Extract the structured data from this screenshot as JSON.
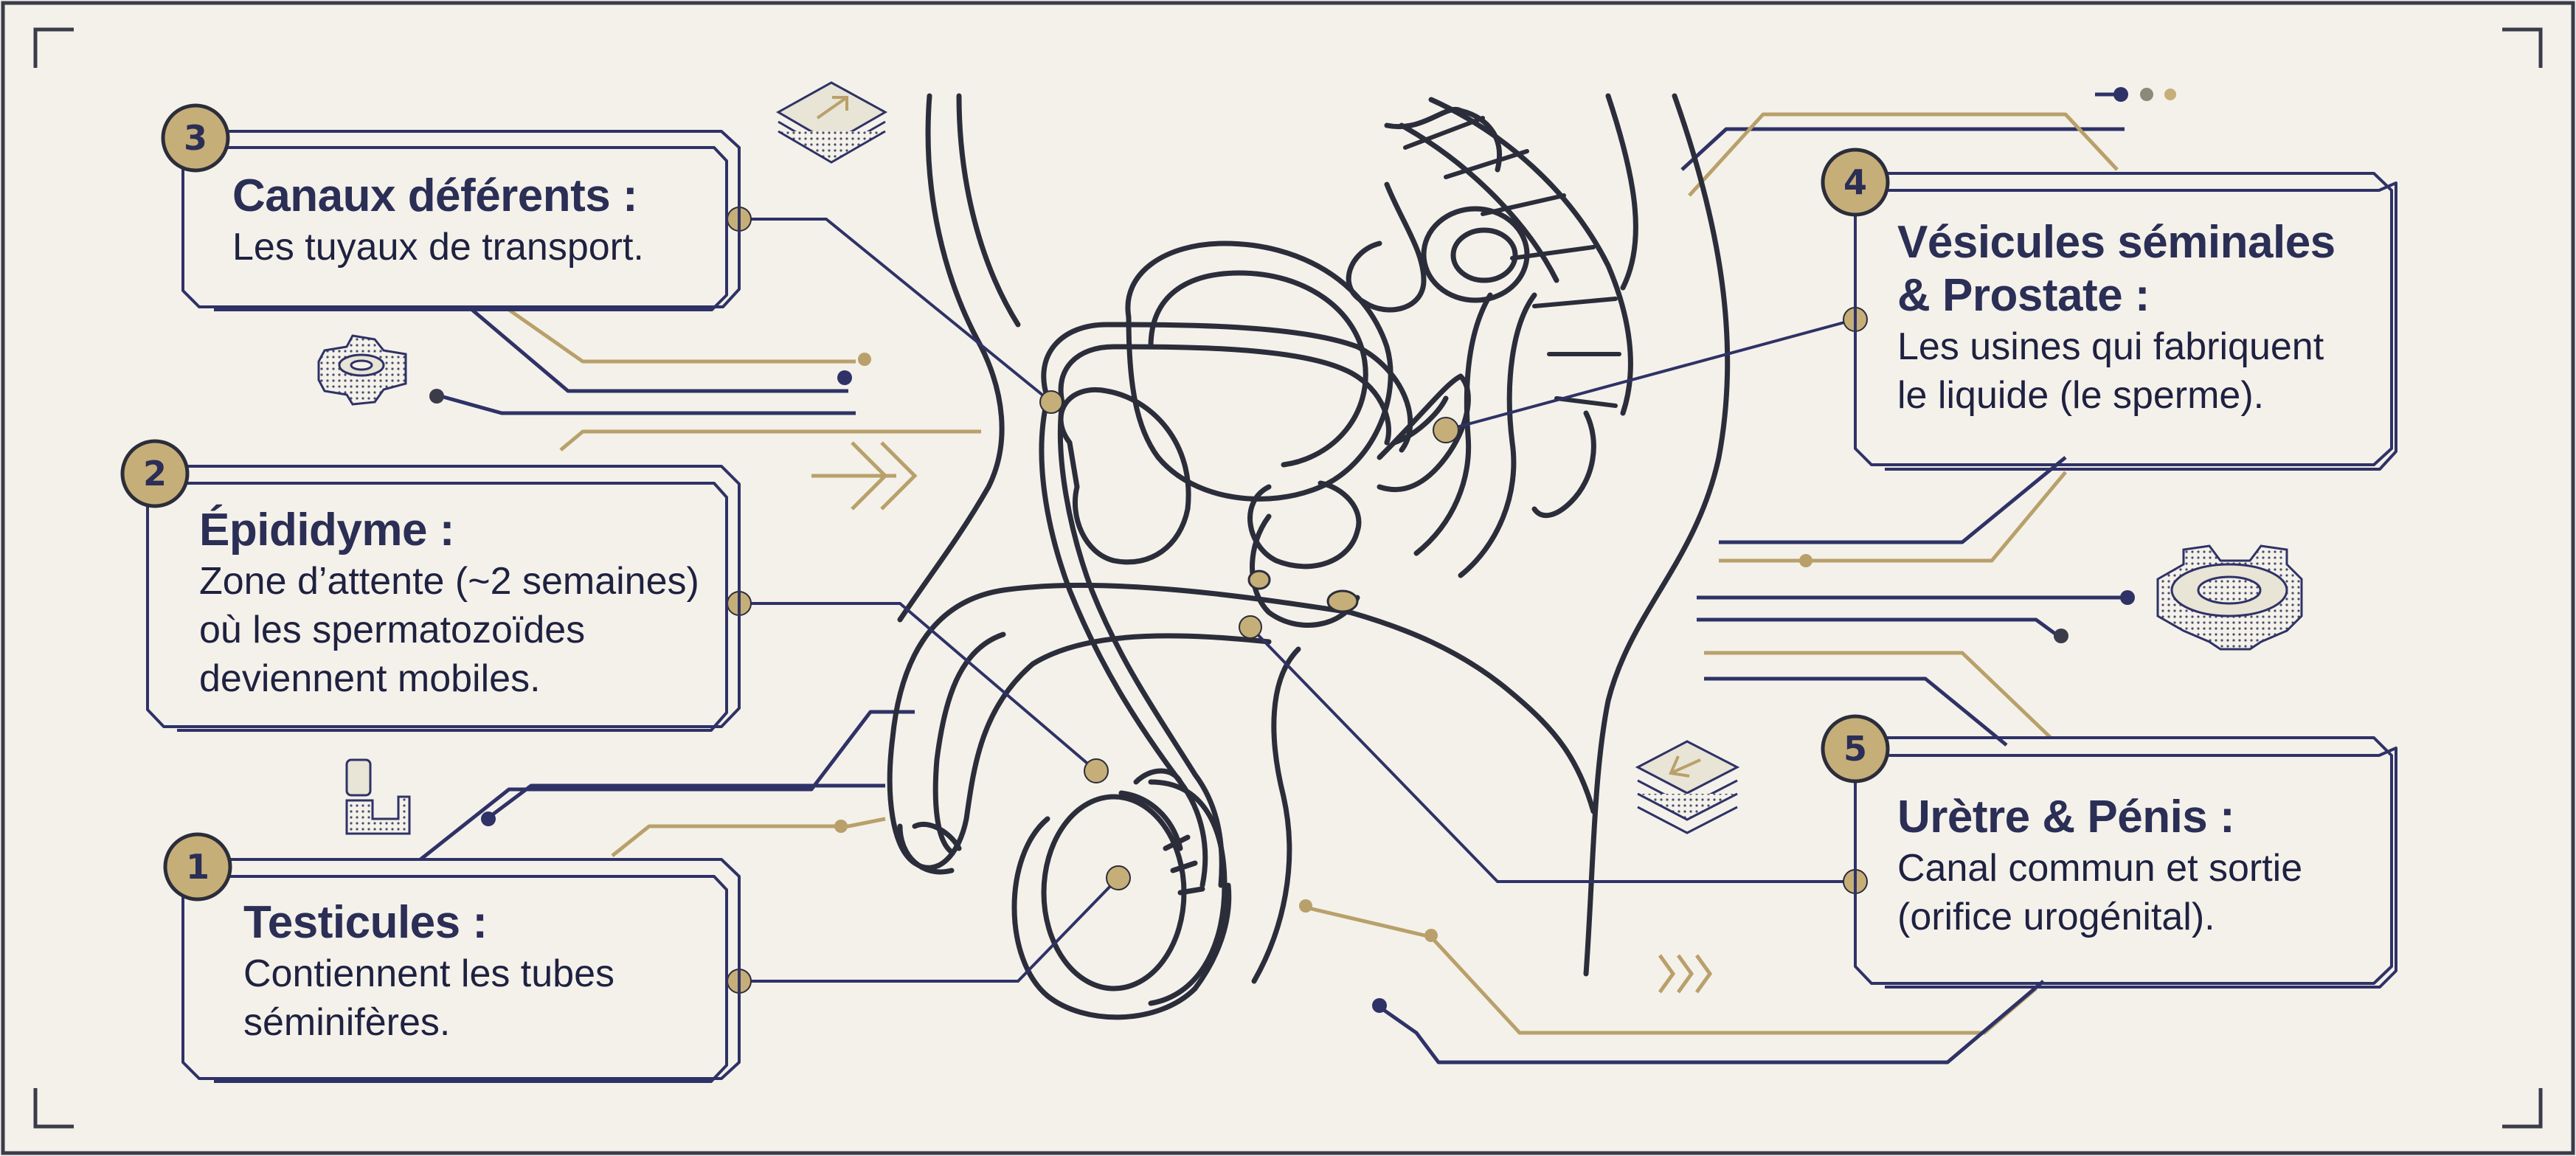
{
  "colors": {
    "navy": "#2f3266",
    "gold": "#b9a06a",
    "gold_fill": "#c6ae78",
    "line": "#3a3c4a",
    "background": "#f3f1ea"
  },
  "icons": [
    "layers-icon",
    "gear-icon",
    "double-chevron-icon",
    "pipe-icon",
    "layers-stack-icon",
    "gear-3d-icon",
    "triple-chevron-icon"
  ],
  "labels": [
    {
      "num": "1",
      "title": "Testicules :",
      "desc": [
        "Contiennent les tubes",
        "séminifères."
      ]
    },
    {
      "num": "2",
      "title": "Épididyme :",
      "desc": [
        "Zone d’attente (~2 semaines)",
        "où les spermatozoïdes",
        "deviennent mobiles."
      ]
    },
    {
      "num": "3",
      "title": "Canaux déférents :",
      "desc": [
        "Les tuyaux de transport."
      ]
    },
    {
      "num": "4",
      "title": [
        "Vésicules séminales",
        "& Prostate :"
      ],
      "desc": [
        "Les usines qui fabriquent",
        "le liquide (le sperme)."
      ]
    },
    {
      "num": "5",
      "title": "Urètre & Pénis :",
      "desc": [
        "Canal commun et sortie",
        "(orifice urogénital)."
      ]
    }
  ]
}
